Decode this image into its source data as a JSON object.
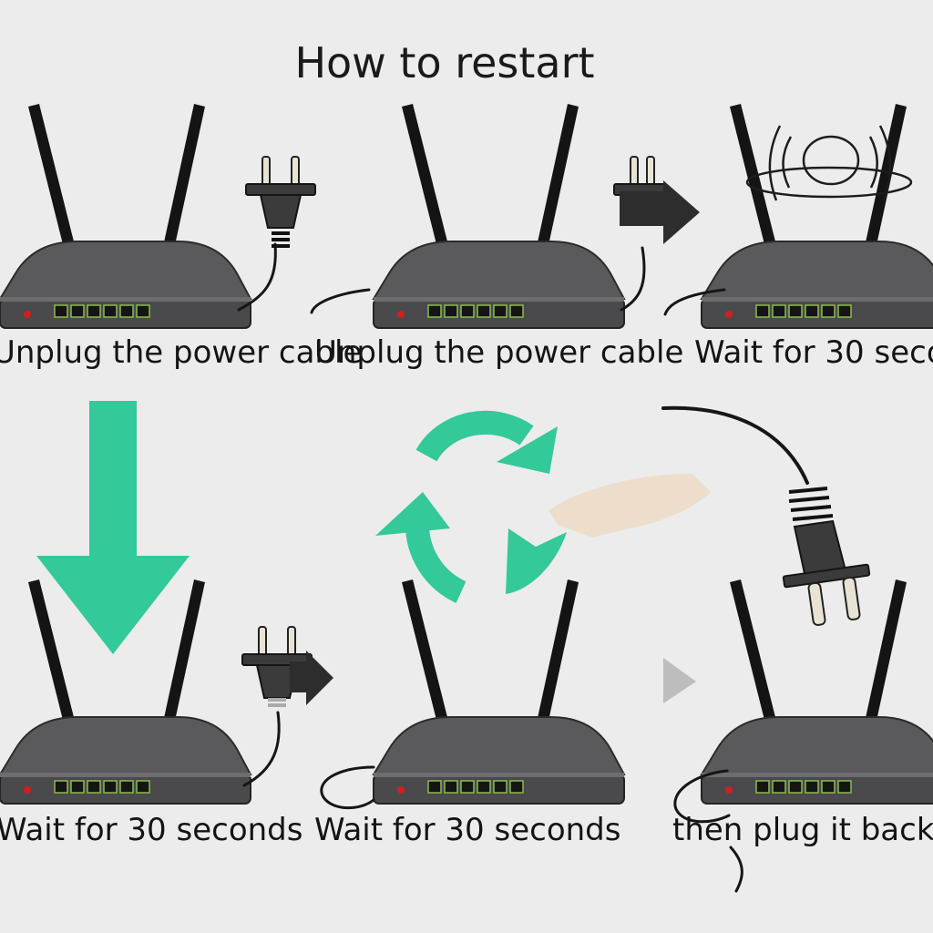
{
  "title": "How to restart",
  "captions": [
    {
      "text": "Unplug the power cable"
    },
    {
      "text": "Unplug the power cable"
    },
    {
      "text": "Wait for 30 seco"
    },
    {
      "text": "Wait for 30 seconds"
    },
    {
      "text": "Wait for 30 seconds"
    },
    {
      "text": "then plug it back i"
    }
  ],
  "icons": {
    "router": "router-icon",
    "plug": "power-plug-icon",
    "down_arrow": "down-arrow-icon",
    "cycle": "refresh-cycle-icon",
    "hand": "hand-icon",
    "right_arrow": "right-arrow-icon",
    "spin": "spinning-rings-icon"
  },
  "colors": {
    "background": "#ececec",
    "accent_teal": "#33c99a",
    "router_body": "#5a5a5c",
    "status_led": "#d21e1e",
    "port_light": "#8bbd4a"
  }
}
